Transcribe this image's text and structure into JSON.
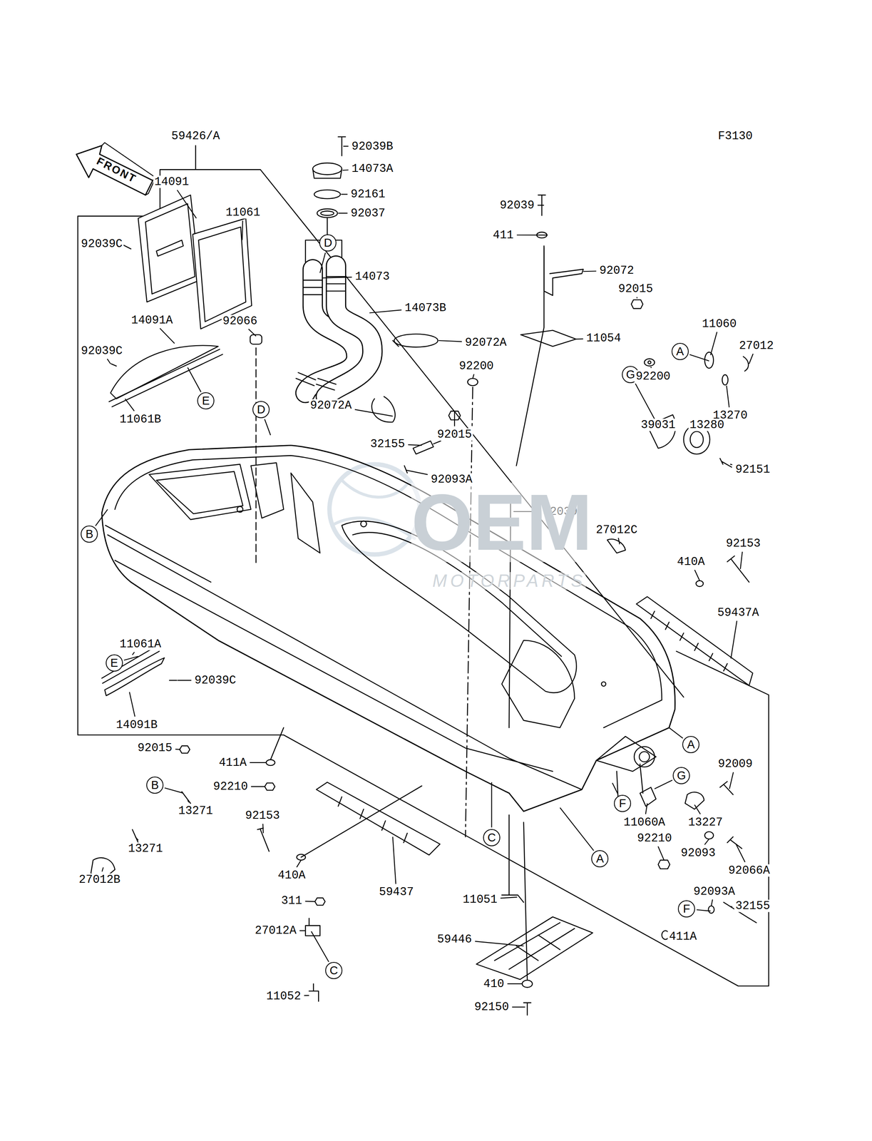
{
  "diagram": {
    "nodes": [
      {
        "text": [
          "A"
        ]
      },
      {
        "text": [
          "G"
        ]
      },
      {
        "text": [
          "D"
        ]
      },
      {
        "text": [
          "E"
        ]
      },
      {
        "text": [
          "D"
        ]
      },
      {
        "text": [
          "B"
        ]
      },
      {
        "text": [
          "E"
        ]
      },
      {
        "text": [
          "A"
        ]
      },
      {
        "text": [
          "B"
        ]
      },
      {
        "text": [
          "G"
        ]
      },
      {
        "text": [
          "F"
        ]
      },
      {
        "text": [
          "C"
        ]
      },
      {
        "text": [
          "A"
        ]
      },
      {
        "text": [
          "F"
        ]
      },
      {
        "text": [
          "C"
        ]
      }
    ],
    "labels": [
      "F3130",
      "FRONT",
      "59426/A",
      "14091",
      "11061",
      "92039C",
      "14091A",
      "92066",
      "92039C",
      "11061B",
      "92039B",
      "14073A",
      "92161",
      "92037",
      "14073",
      "14073B",
      "92072A",
      "92072A",
      "32155",
      "92093A",
      "92039",
      "411",
      "92072",
      "92015",
      "11054",
      "92200",
      "92015",
      "92200",
      "11060",
      "27012",
      "13270",
      "39031",
      "13280",
      "92151",
      "92039A",
      "27012C",
      "92153",
      "410A",
      "59437A",
      "11061A",
      "92039C",
      "14091B",
      "92015",
      "411A",
      "92210",
      "13271",
      "13271",
      "27012B",
      "92153",
      "410A",
      "59437",
      "311",
      "27012A",
      "11052",
      "11051",
      "59446",
      "410",
      "92150",
      "92009",
      "11060A",
      "13227",
      "92093",
      "92066A",
      "92210",
      "411A",
      "92093A",
      "32155",
      "OEM",
      "MOTORPARTS"
    ]
  }
}
